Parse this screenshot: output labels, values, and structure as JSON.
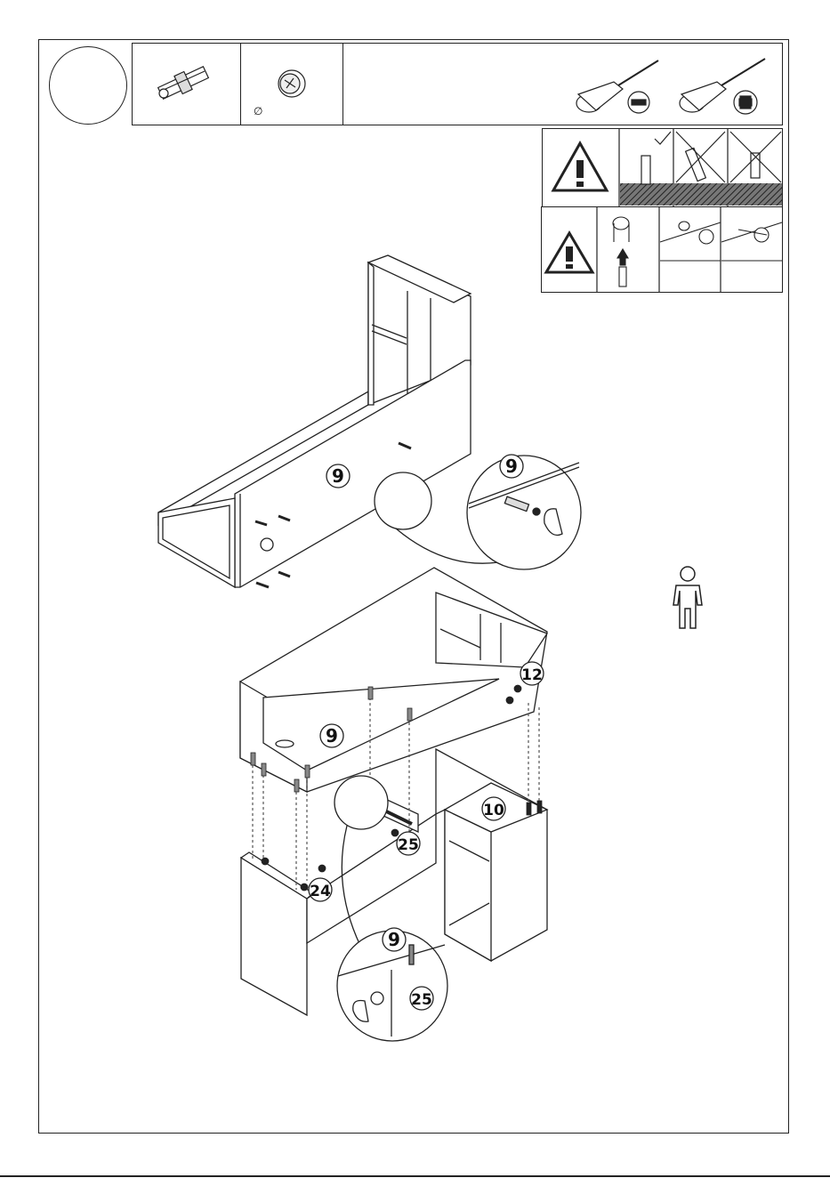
{
  "header": {
    "diameter_symbol": "∅"
  },
  "callouts": {
    "upper_panel": "9",
    "detail_top": "9",
    "lower_panel": "9",
    "part_12": "12",
    "part_10": "10",
    "part_25": "25",
    "part_24": "24",
    "detail_bottom_9": "9",
    "detail_bottom_25": "25"
  },
  "icons": {
    "warning": "warning-triangle-icon",
    "screwdriver_flat": "flat-screwdriver-icon",
    "screwdriver_phillips": "phillips-screwdriver-icon",
    "person": "person-icon"
  },
  "colors": {
    "line": "#222222",
    "hatch": "#555555"
  }
}
